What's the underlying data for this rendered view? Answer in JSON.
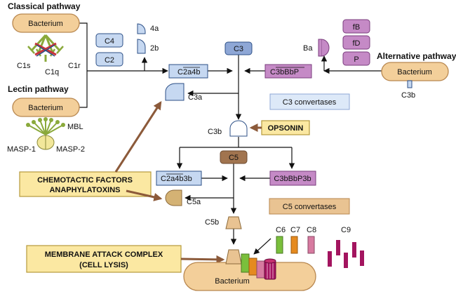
{
  "classical": {
    "title": "Classical pathway",
    "bacterium": "Bacterium",
    "c1s": "C1s",
    "c1r": "C1r",
    "c1q": "C1q"
  },
  "lectin": {
    "title": "Lectin pathway",
    "bacterium": "Bacterium",
    "mbl": "MBL",
    "masp1": "MASP-1",
    "masp2": "MASP-2"
  },
  "alternative": {
    "title": "Alternative pathway",
    "bacterium": "Bacterium",
    "c3b": "C3b",
    "ba": "Ba",
    "fb": "fB",
    "fd": "fD",
    "p": "P"
  },
  "classical_components": {
    "c4": "C4",
    "c2": "C2",
    "c4a": "4a",
    "c2b": "2b"
  },
  "center": {
    "c3": "C3",
    "c3a": "C3a",
    "c3b": "C3b",
    "c5": "C5",
    "c5a": "C5a",
    "c5b": "C5b"
  },
  "convertases": {
    "c3_classical": "C2a4b",
    "c3_classical_prefix": "C",
    "c3_classical_overlined": "2a4b",
    "c3_alternative_prefix": "C",
    "c3_alternative_overlined": "3bBbP",
    "c3_label": "C3 convertases",
    "c5_classical_prefix": "C",
    "c5_classical_overlined": "2a4b3b",
    "c5_alternative": "C3bBbP3b",
    "c5_label": "C5 convertases"
  },
  "labels": {
    "opsonin": "OPSONIN",
    "chemotactic_line1": "CHEMOTACTIC FACTORS",
    "chemotactic_line2": "ANAPHYLATOXINS",
    "mac_line1": "MEMBRANE ATTACK COMPLEX",
    "mac_line2": "(CELL LYSIS)"
  },
  "mac": {
    "c6": "C6",
    "c7": "C7",
    "c8": "C8",
    "c9": "C9",
    "bacterium": "Bacterium"
  },
  "colors": {
    "bacterium_fill": "#f3cf9a",
    "bacterium_stroke": "#b8874f",
    "blue_fill": "#c6d8f1",
    "blue_stroke": "#2c4f86",
    "c3_fill": "#8ea7d6",
    "purple_fill": "#c58ac6",
    "purple_stroke": "#7a3d7d",
    "c5_fill": "#a1744f",
    "tan_fill": "#e9c392",
    "yellow_fill": "#fbe8a2",
    "yellow_stroke": "#b69a3c",
    "brown_arrow": "#8c5a3a",
    "c6_green": "#7abf3c",
    "c7_orange": "#e58a1f",
    "c8_pink": "#d77aa0",
    "c9_magenta": "#a3145f",
    "c5a_fill": "#d4b274"
  }
}
